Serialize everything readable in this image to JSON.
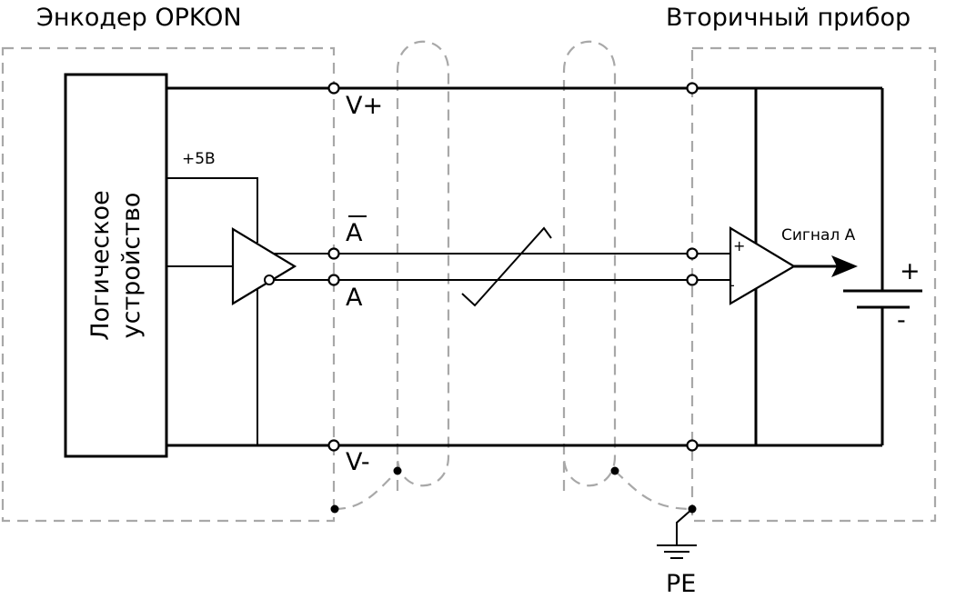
{
  "titles": {
    "encoder": "Энкодер OPKON",
    "secondary": "Вторичный прибор"
  },
  "encoder_block": {
    "line1": "Логическое",
    "line2": "устройство"
  },
  "labels": {
    "supply_5v": "+5В",
    "v_plus": "V+",
    "a_bar": "A",
    "a": "A",
    "v_minus": "V-",
    "signal": "Сигнал A",
    "opamp_plus": "+",
    "opamp_minus": "-",
    "battery_plus": "+",
    "battery_minus": "-",
    "pe": "PE"
  },
  "colors": {
    "line": "#000000",
    "dashed": "#a8a8a8"
  }
}
